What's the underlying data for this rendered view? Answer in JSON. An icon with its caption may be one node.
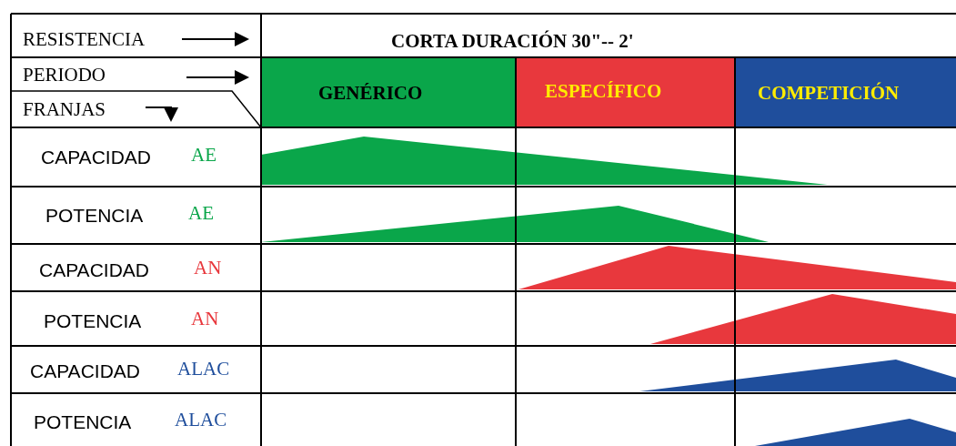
{
  "diagram": {
    "labels": [
      "RESISTENCIA",
      "CORTA DURACIÓN  30\"-- 2'",
      "PERIODO",
      "GENÉRICO",
      "ESPECÍFICO",
      "COMPETICIÓN",
      "FRANJAS",
      "CAPACIDAD",
      "AE",
      "POTENCIA",
      "AE",
      "CAPACIDAD",
      "AN",
      "POTENCIA",
      "AN",
      "CAPACIDAD",
      "ALAC",
      "POTENCIA",
      "ALAC"
    ]
  }
}
